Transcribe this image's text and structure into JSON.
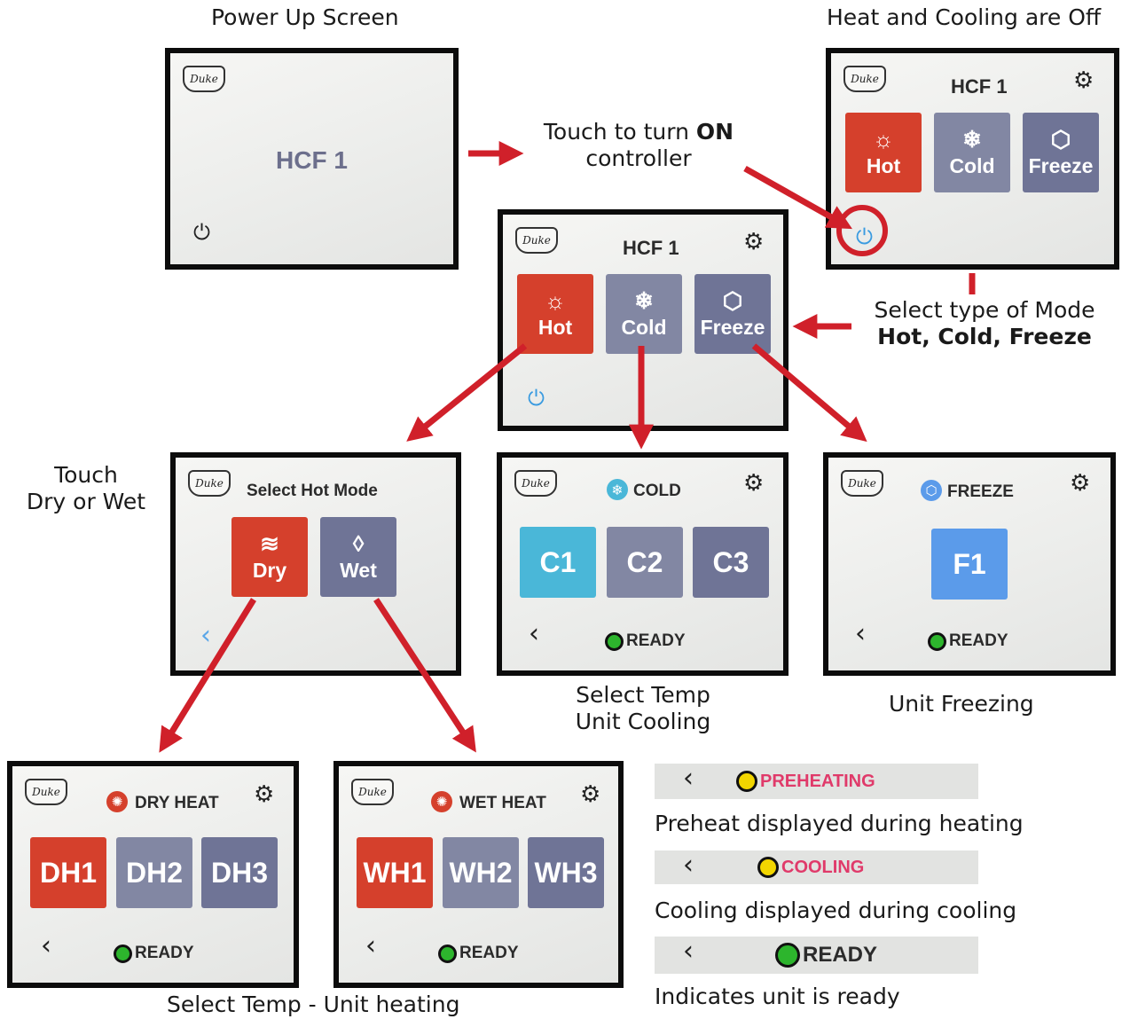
{
  "captions": {
    "power_up": "Power Up Screen",
    "off": "Heat and Cooling are Off",
    "touch_on_pre": "Touch to turn ",
    "touch_on_bold": "ON",
    "touch_on_post": "controller",
    "select_mode": "Select type of Mode",
    "modes_bold": "Hot, Cold, Freeze",
    "touch_dry_wet_1": "Touch",
    "touch_dry_wet_2": "Dry or Wet",
    "select_temp_cooling_1": "Select Temp",
    "select_temp_cooling_2": "Unit Cooling",
    "unit_freezing": "Unit Freezing",
    "select_temp_heating": "Select Temp - Unit heating",
    "preheat_desc": "Preheat displayed during heating",
    "cooling_desc": "Cooling displayed during cooling",
    "ready_desc": "Indicates unit is ready"
  },
  "logo_text": "Duke",
  "power_up_screen": {
    "title": "HCF 1"
  },
  "mode_screen": {
    "title": "HCF 1",
    "hot": "Hot",
    "cold": "Cold",
    "freeze": "Freeze"
  },
  "hot_mode_screen": {
    "title": "Select Hot Mode",
    "dry": "Dry",
    "wet": "Wet"
  },
  "cold_screen": {
    "title": "COLD",
    "tiles": [
      "C1",
      "C2",
      "C3"
    ],
    "status": "READY"
  },
  "freeze_screen": {
    "title": "FREEZE",
    "tiles": [
      "F1"
    ],
    "status": "READY"
  },
  "dry_screen": {
    "title": "DRY HEAT",
    "tiles": [
      "DH1",
      "DH2",
      "DH3"
    ],
    "status": "READY"
  },
  "wet_screen": {
    "title": "WET HEAT",
    "tiles": [
      "WH1",
      "WH2",
      "WH3"
    ],
    "status": "READY"
  },
  "status_strips": {
    "preheating": "PREHEATING",
    "cooling": "COOLING",
    "ready": "READY"
  },
  "colors": {
    "hot": "#d5402c",
    "mode_tile": "#8287a3",
    "cold_active": "#4ab7d8",
    "freeze_active": "#5b9bea",
    "arrow": "#d0202a",
    "status_pink": "#e03a6a",
    "ready_dot": "#2db52d",
    "wait_dot": "#f2d600"
  },
  "icons": [
    "duke-logo-icon",
    "gear-icon",
    "power-icon",
    "sun-icon",
    "snowflake-icon",
    "cube-icon",
    "heat-waves-icon",
    "water-drop-icon",
    "back-chevron-icon",
    "status-dot-icon"
  ]
}
